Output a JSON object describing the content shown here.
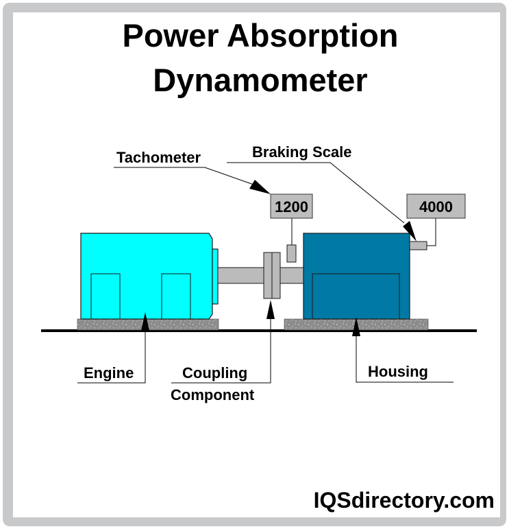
{
  "title": {
    "line1": "Power Absorption",
    "line2": "Dynamometer"
  },
  "labels": {
    "tachometer": "Tachometer",
    "braking_scale": "Braking Scale",
    "engine": "Engine",
    "coupling_line1": "Coupling",
    "coupling_line2": "Component",
    "housing": "Housing"
  },
  "readouts": {
    "tachometer_value": "1200",
    "braking_scale_value": "4000"
  },
  "brand": "IQSdirectory.com",
  "colors": {
    "frame": "#c8c9cb",
    "engine": "#00ffff",
    "housing": "#0079a4",
    "shaft": "#bbbbbb",
    "base": "#8c8c8c",
    "readout_box": "#bdbdbd"
  }
}
